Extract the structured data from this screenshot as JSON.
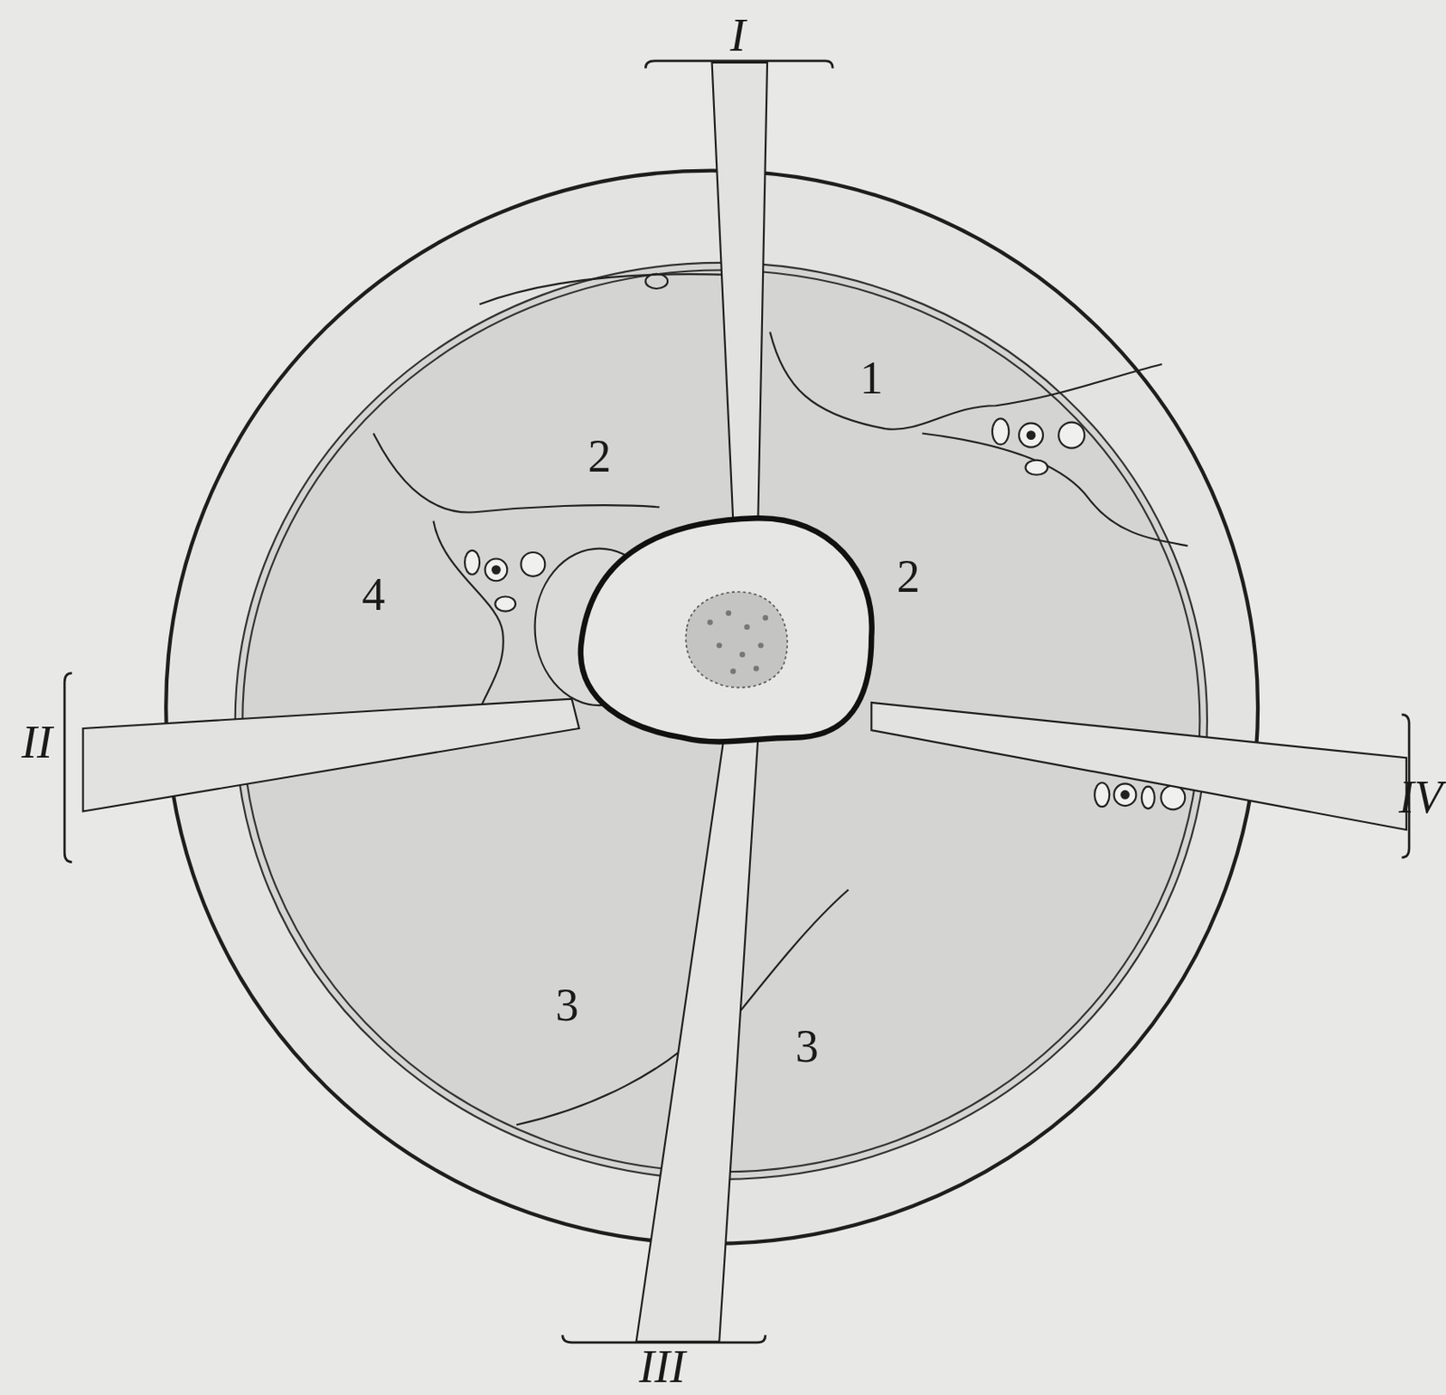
{
  "diagram": {
    "labels": [
      "I",
      "1",
      "2",
      "2",
      "4",
      "II",
      "IV",
      "3",
      "3",
      "III"
    ]
  }
}
